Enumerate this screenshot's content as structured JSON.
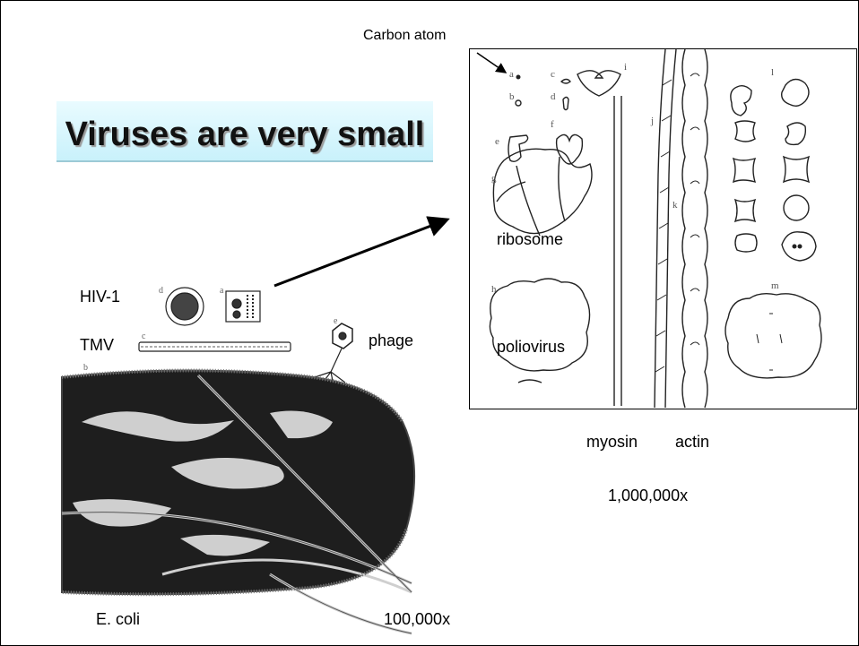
{
  "slide": {
    "title": "Viruses are very small",
    "carbon_label": "Carbon atom",
    "hiv_label": "HIV-1",
    "tmv_label": "TMV",
    "phage_label": "phage",
    "ecoli_label": "E. coli",
    "mag_left": "100,000x",
    "ribosome_label": "ribosome",
    "poliovirus_label": "poliovirus",
    "myosin_label": "myosin",
    "actin_label": "actin",
    "mag_right": "1,000,000x"
  },
  "figure_letters": {
    "a_left": "a",
    "b_left": "b",
    "c_left": "c",
    "d_left": "d",
    "e_left": "e",
    "a": "a",
    "b": "b",
    "c": "c",
    "d": "d",
    "e": "e",
    "f": "f",
    "g": "g",
    "h": "h",
    "i": "i",
    "j": "j",
    "k": "k",
    "l": "l",
    "m": "m"
  }
}
